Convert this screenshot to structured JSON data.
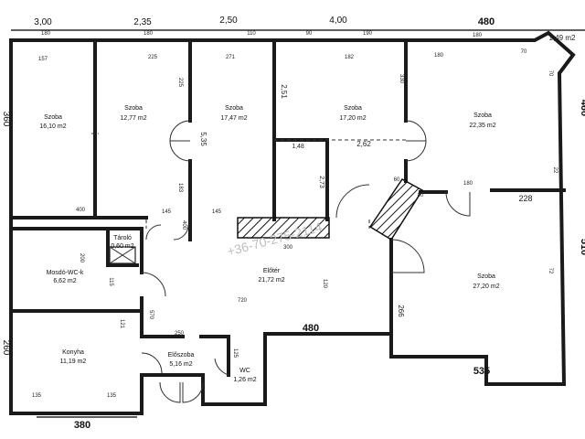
{
  "rooms": [
    {
      "name": "Szoba",
      "area": "16,10 m2"
    },
    {
      "name": "Szoba",
      "area": "12,77 m2"
    },
    {
      "name": "Szoba",
      "area": "17,47 m2"
    },
    {
      "name": "Szoba",
      "area": "17,20 m2"
    },
    {
      "name": "Szoba",
      "area": "22,35 m2"
    },
    {
      "name": "Tároló",
      "area": "0,60 m2"
    },
    {
      "name": "Mosdó-WC-k",
      "area": "6,62 m2"
    },
    {
      "name": "Előtér",
      "area": "21,72 m2"
    },
    {
      "name": "Szoba",
      "area": "27,20 m2"
    },
    {
      "name": "Konyha",
      "area": "11,19 m2"
    },
    {
      "name": "Előszoba",
      "area": "5,16 m2"
    },
    {
      "name": "WC",
      "area": "1,26 m2"
    }
  ],
  "top_dims": [
    "3,00",
    "2,35",
    "2,50",
    "4,00",
    "480",
    "1,49 m2"
  ],
  "top_small": [
    "180",
    "180",
    "110",
    "90",
    "190",
    "180",
    "157",
    "225",
    "271",
    "182",
    "180",
    "70"
  ],
  "inner_dims": [
    "225",
    "5,35",
    "2,51",
    "330",
    "1,48",
    "2,62",
    "2,73",
    "183",
    "400",
    "145",
    "145",
    "400",
    "300",
    "720",
    "200",
    "115",
    "120",
    "121",
    "570",
    "250",
    "135",
    "135",
    "125",
    "228",
    "180",
    "60",
    "22",
    "72",
    "70",
    "80"
  ],
  "bold_dims": {
    "center_bottom": "480",
    "right_bottom": "535",
    "left_bottom": "380",
    "right_mid": "510",
    "right_top": "460",
    "right_inner": "266"
  },
  "side_dims": {
    "left_top": "360",
    "left_bottom": "260"
  },
  "watermark": "+36-70-275-2114"
}
